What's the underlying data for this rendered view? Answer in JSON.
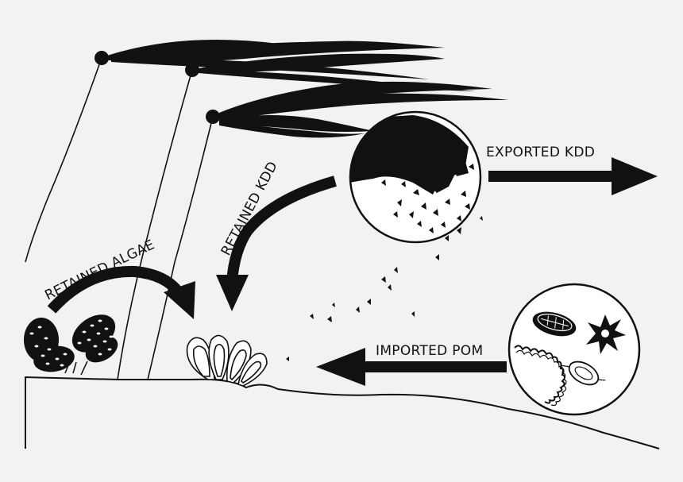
{
  "labels": {
    "exported_kdd": "EXPORTED KDD",
    "retained_kdd": "RETAINED KDD",
    "retained_algae": "RETAINED ALGAE",
    "imported_pom": "IMPORTED POM"
  },
  "colors": {
    "background": "#f2f2f2",
    "ink": "#111111",
    "paper": "#ffffff"
  },
  "icons": {
    "kelp": "kelp-frond-icon",
    "mussel": "mussel-cluster-icon",
    "pom": "plankton-particles-icon"
  }
}
